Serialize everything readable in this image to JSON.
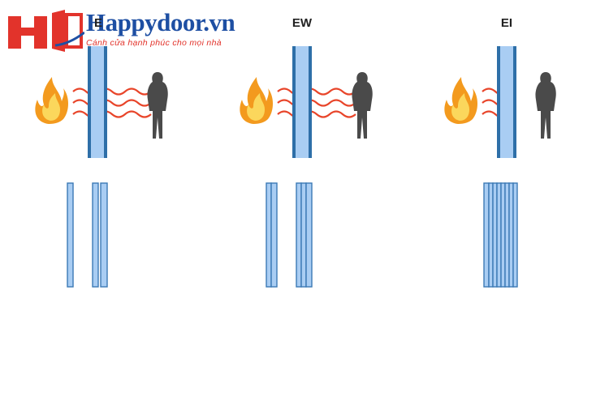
{
  "logo": {
    "brand": "Happydoor.vn",
    "slogan": "Cánh cửa hạnh phúc cho mọi nhà"
  },
  "panels": [
    {
      "label": "E",
      "waves_through": true
    },
    {
      "label": "EW",
      "waves_through": true
    },
    {
      "label": "EI",
      "waves_through": false
    }
  ],
  "colors": {
    "glass_fill": "#a9cdf3",
    "glass_edge": "#3b79b5",
    "frame_edge": "#2e6fa8",
    "heat_wave": "#e8452a",
    "flame_outer": "#f39a1e",
    "flame_inner": "#fbd75c",
    "person": "#4a4a4a",
    "brand_blue": "#1e4fa3",
    "brand_red": "#e2332b"
  }
}
